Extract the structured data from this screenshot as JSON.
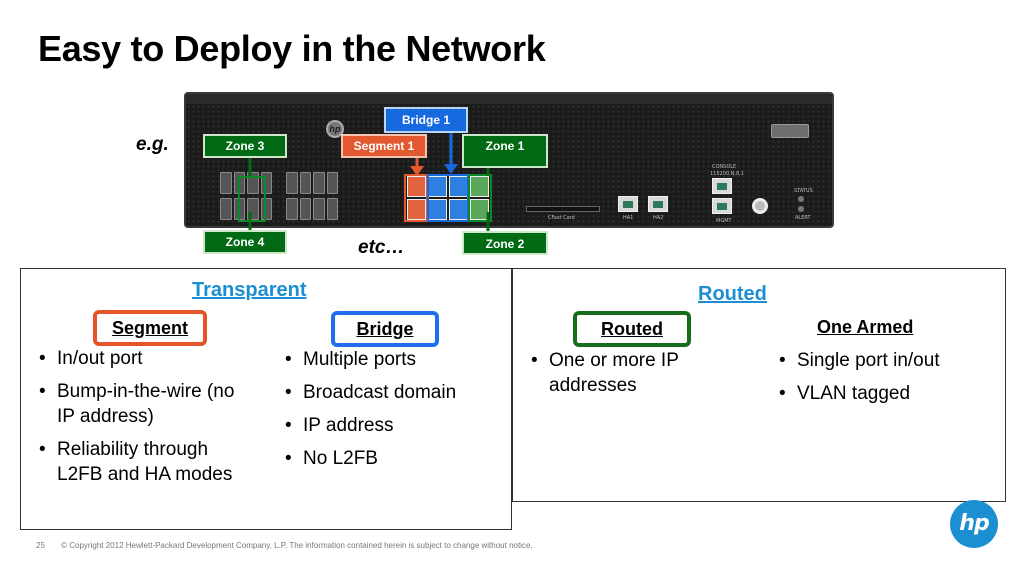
{
  "slide": {
    "title": "Easy to Deploy in the Network",
    "eg_label": "e.g.",
    "etc_label": "etc…"
  },
  "device": {
    "callouts": {
      "bridge": "Bridge 1",
      "zone3": "Zone 3",
      "segment": "Segment 1",
      "zone1": "Zone 1",
      "zone4": "Zone 4",
      "zone2": "Zone 2"
    },
    "port_labels": {
      "cfast": "CFast Card",
      "ha1": "HA1",
      "ha2": "HA2",
      "console": "CONSOLE",
      "console_speed": "115200,N,8,1",
      "mgmt": "MGMT",
      "status": "STATUS",
      "alert": "ALERT"
    },
    "colors": {
      "green": "#006b14",
      "red": "#e2592f",
      "blue": "#1769e0"
    }
  },
  "transparent": {
    "heading": "Transparent",
    "segment": {
      "title": "Segment",
      "bullets": [
        "In/out port",
        "Bump-in-the-wire (no IP address)",
        "Reliability through L2FB and HA modes"
      ]
    },
    "bridge": {
      "title": "Bridge",
      "bullets": [
        "Multiple ports",
        "Broadcast domain",
        "IP address",
        "No L2FB"
      ]
    }
  },
  "routed": {
    "heading": "Routed",
    "routed": {
      "title": "Routed",
      "bullets": [
        "One or more IP addresses"
      ]
    },
    "one_armed": {
      "title": "One Armed",
      "bullets": [
        "Single port in/out",
        "VLAN tagged"
      ]
    }
  },
  "footer": {
    "page": "25",
    "copyright": "© Copyright 2012 Hewlett-Packard Development Company, L.P.  The information contained herein is subject to change without notice."
  },
  "logo_text": "hp"
}
